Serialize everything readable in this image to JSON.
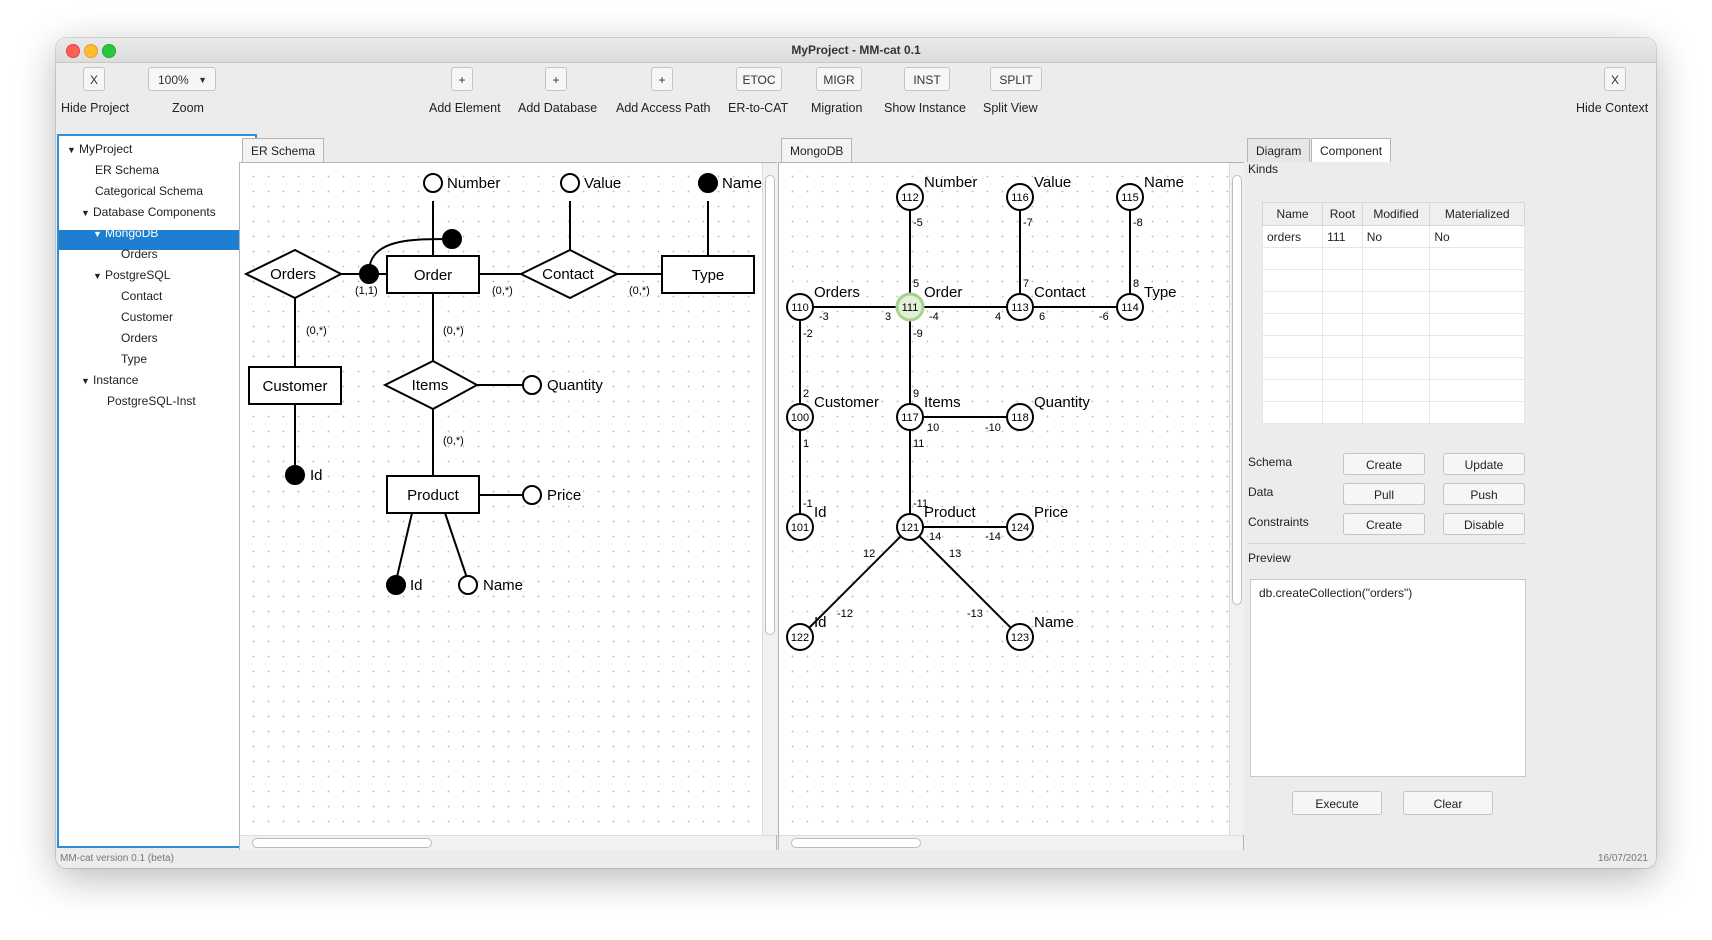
{
  "window": {
    "title": "MyProject - MM-cat 0.1"
  },
  "toolbar": {
    "hide_project": {
      "button": "X",
      "label": "Hide Project"
    },
    "zoom": {
      "value": "100%",
      "label": "Zoom"
    },
    "add_element": {
      "button": "+",
      "label": "Add Element"
    },
    "add_database": {
      "button": "+",
      "label": "Add Database"
    },
    "add_access_path": {
      "button": "+",
      "label": "Add Access Path"
    },
    "etoc": {
      "button": "ETOC",
      "label": "ER-to-CAT"
    },
    "migr": {
      "button": "MIGR",
      "label": "Migration"
    },
    "inst": {
      "button": "INST",
      "label": "Show Instance"
    },
    "split": {
      "button": "SPLIT",
      "label": "Split View"
    },
    "hide_context": {
      "button": "X",
      "label": "Hide Context"
    }
  },
  "tree": {
    "items": [
      {
        "label": "MyProject",
        "expanded": true
      },
      {
        "label": "ER Schema"
      },
      {
        "label": "Categorical Schema"
      },
      {
        "label": "Database Components",
        "expanded": true
      },
      {
        "label": "MongoDB",
        "expanded": true,
        "selected": true
      },
      {
        "label": "Orders"
      },
      {
        "label": "PostgreSQL",
        "expanded": true
      },
      {
        "label": "Contact"
      },
      {
        "label": "Customer"
      },
      {
        "label": "Orders"
      },
      {
        "label": "Type"
      },
      {
        "label": "Instance",
        "expanded": true
      },
      {
        "label": "PostgreSQL-Inst"
      }
    ]
  },
  "er_tab": {
    "label": "ER Schema"
  },
  "er": {
    "entities": [
      "Order",
      "Type",
      "Customer",
      "Product"
    ],
    "relationships": [
      "Orders",
      "Contact",
      "Items"
    ],
    "attributes": [
      "Number",
      "Value",
      "Name",
      "Quantity",
      "Id",
      "Price",
      "Id",
      "Name"
    ],
    "cardinalities": [
      "(1,1)",
      "(0,*)",
      "(0,*)",
      "(0,*)",
      "(0,*)",
      "(0,*)"
    ]
  },
  "mongo_tab": {
    "label": "MongoDB"
  },
  "cat": {
    "objects": [
      {
        "id": "112",
        "label": "Number"
      },
      {
        "id": "116",
        "label": "Value"
      },
      {
        "id": "115",
        "label": "Name"
      },
      {
        "id": "110",
        "label": "Orders"
      },
      {
        "id": "111",
        "label": "Order"
      },
      {
        "id": "113",
        "label": "Contact"
      },
      {
        "id": "114",
        "label": "Type"
      },
      {
        "id": "100",
        "label": "Customer"
      },
      {
        "id": "117",
        "label": "Items"
      },
      {
        "id": "118",
        "label": "Quantity"
      },
      {
        "id": "101",
        "label": "Id"
      },
      {
        "id": "121",
        "label": "Product"
      },
      {
        "id": "124",
        "label": "Price"
      },
      {
        "id": "122",
        "label": "Id"
      },
      {
        "id": "123",
        "label": "Name"
      }
    ],
    "morphisms": [
      "-5",
      "5",
      "-7",
      "7",
      "-8",
      "8",
      "-3",
      "3",
      "-4",
      "4",
      "6",
      "-6",
      "-2",
      "2",
      "-9",
      "9",
      "10",
      "-10",
      "1",
      "-1",
      "11",
      "-11",
      "14",
      "-14",
      "12",
      "-12",
      "13",
      "-13"
    ]
  },
  "context": {
    "tabs": [
      "Diagram",
      "Component"
    ],
    "kinds_label": "Kinds",
    "table": {
      "headers": [
        "Name",
        "Root",
        "Modified",
        "Materialized"
      ],
      "rows": [
        [
          "orders",
          "111",
          "No",
          "No"
        ]
      ]
    },
    "schema": {
      "label": "Schema",
      "create": "Create",
      "update": "Update"
    },
    "data": {
      "label": "Data",
      "pull": "Pull",
      "push": "Push"
    },
    "constraints": {
      "label": "Constraints",
      "create": "Create",
      "disable": "Disable"
    },
    "preview_label": "Preview",
    "preview_text": "db.createCollection(\"orders\")",
    "execute": "Execute",
    "clear": "Clear"
  },
  "status": {
    "left": "MM-cat version 0.1 (beta)",
    "right": "16/07/2021"
  }
}
